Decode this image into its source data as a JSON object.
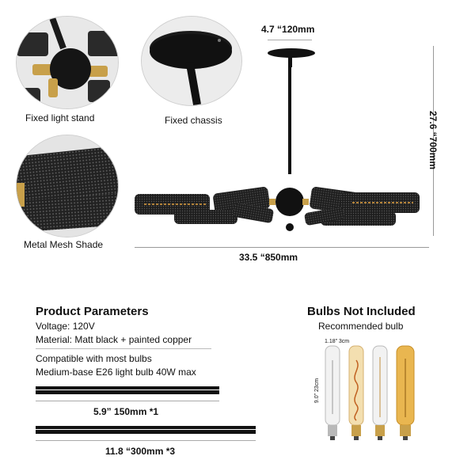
{
  "captions": {
    "fixed_light_stand": "Fixed light stand",
    "fixed_chassis": "Fixed chassis",
    "metal_mesh_shade": "Metal Mesh Shade"
  },
  "dimensions": {
    "canopy": "4.7 “120mm",
    "height": "27.6 “700mm",
    "width": "33.5 “850mm"
  },
  "params": {
    "title": "Product Parameters",
    "voltage": "Voltage: 120V",
    "material": "Material: Matt black + painted copper",
    "compat1": "Compatible with most bulbs",
    "compat2": "Medium-base E26 light bulb 40W max"
  },
  "rods": {
    "short": "5.9” 150mm *1",
    "long": "11.8 “300mm *3"
  },
  "bulbs": {
    "title": "Bulbs Not Included",
    "subtitle": "Recommended bulb",
    "width_label": "1.18” 3cm",
    "height_label": "9.0” 23cm"
  },
  "colors": {
    "black": "#111111",
    "brass": "#c8a04a",
    "mesh": "#2a2a2a"
  }
}
